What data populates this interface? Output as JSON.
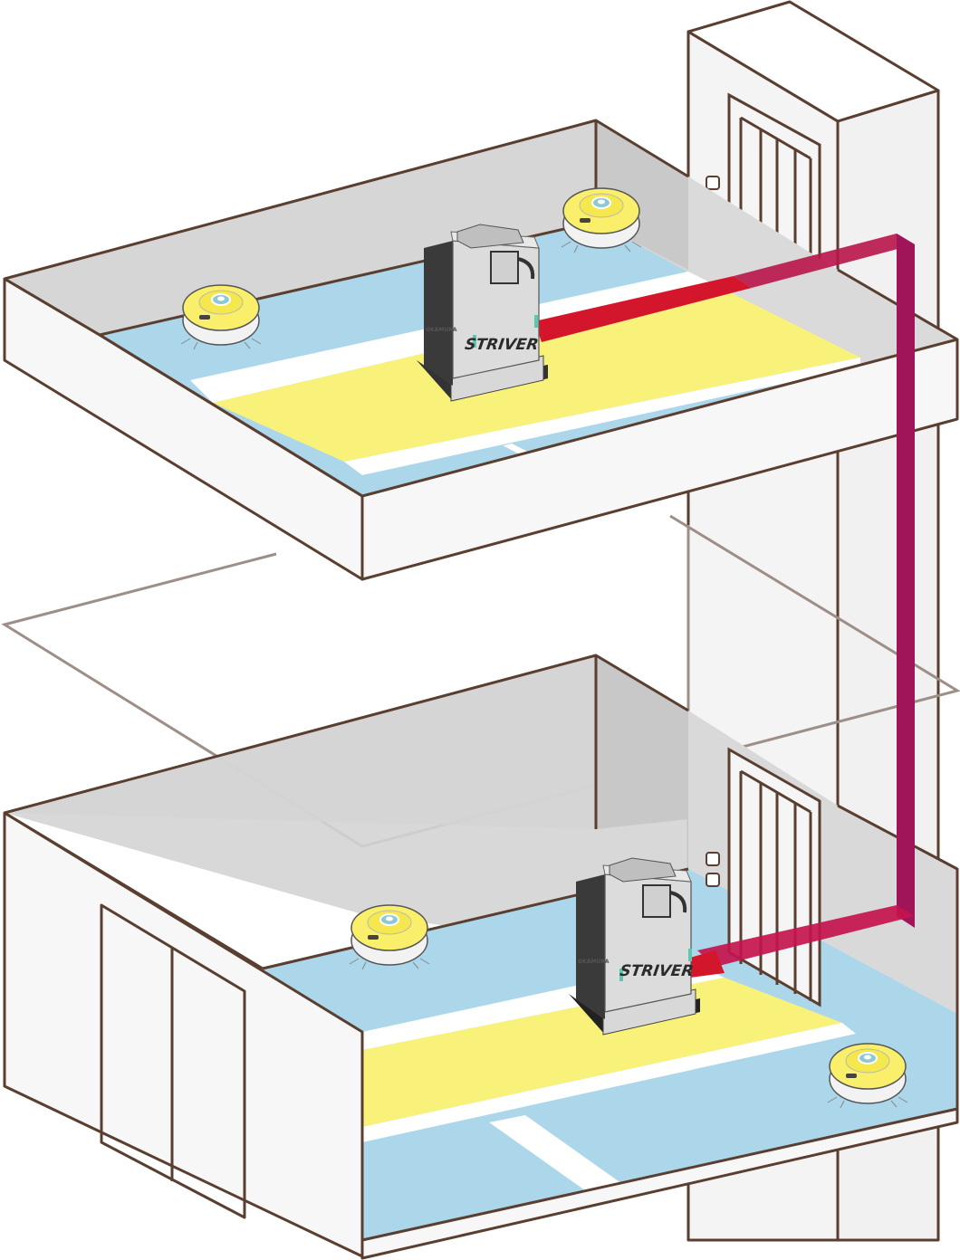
{
  "robot": {
    "brand_top": "STRIVER",
    "brand_bottom": "STRIVER",
    "maker_top": "OKAMURA",
    "maker_bottom": "OKAMURA"
  },
  "colors": {
    "outline": "#5a3e30",
    "wall": "#f6f6f6",
    "wall_shade": "#cfcfcf",
    "floor_blue": "#acd6ea",
    "floor_yellow": "#f9f27a",
    "route_red": "#d4162c",
    "route_magenta": "#a0145a"
  },
  "diagram": {
    "floors": [
      "upper-floor",
      "lower-floor"
    ],
    "transport_robots": 2,
    "cleaning_robots": 4
  }
}
